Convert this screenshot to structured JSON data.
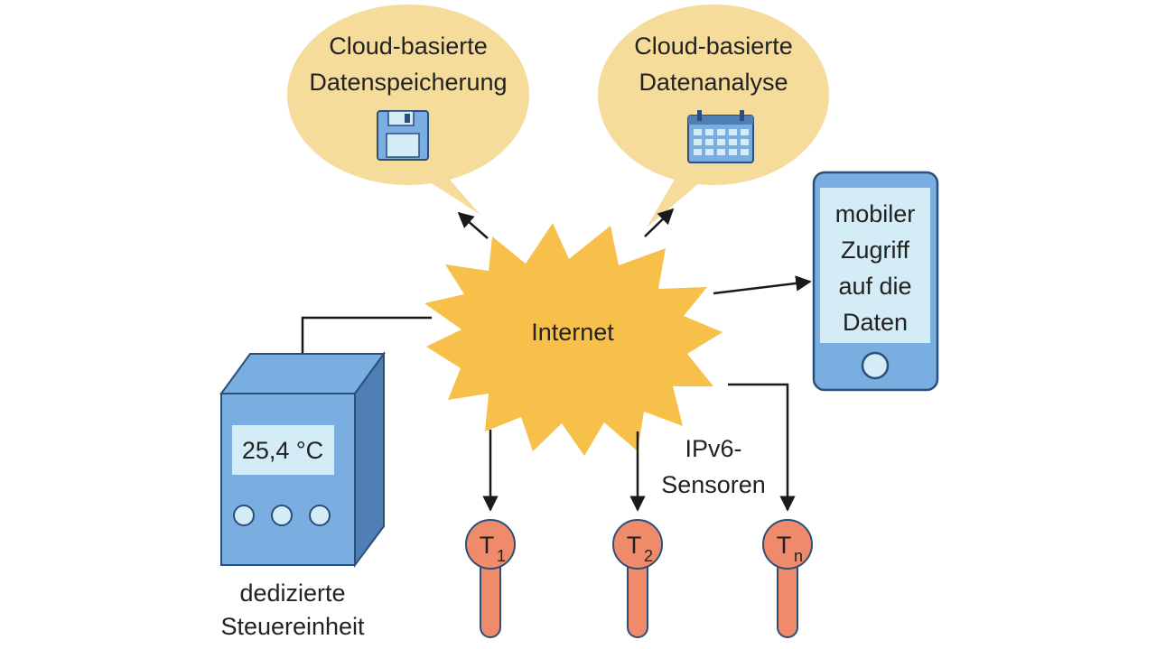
{
  "cloud_storage": {
    "line1": "Cloud-basierte",
    "line2": "Datenspeicherung",
    "icon": "floppy-disk-icon"
  },
  "cloud_analysis": {
    "line1": "Cloud-basierte",
    "line2": "Datenanalyse",
    "icon": "calendar-icon"
  },
  "internet": {
    "label": "Internet"
  },
  "mobile": {
    "lines": [
      "mobiler",
      "Zugriff",
      "auf die",
      "Daten"
    ]
  },
  "controller": {
    "display": "25,4 °C",
    "label_line1": "dedizierte",
    "label_line2": "Steuereinheit"
  },
  "sensors_label": {
    "line1": "IPv6-",
    "line2": "Sensoren"
  },
  "sensors": [
    {
      "letter": "T",
      "sub": "1"
    },
    {
      "letter": "T",
      "sub": "2"
    },
    {
      "letter": "T",
      "sub": "n"
    }
  ],
  "colors": {
    "bubble": "#f6dc9b",
    "burst": "#f7c04a",
    "device_blue": "#7aaee0",
    "device_dark": "#4f7fb5",
    "screen": "#d4ecf6",
    "sensor": "#ef8b6a",
    "outline": "#2a4f7a"
  }
}
